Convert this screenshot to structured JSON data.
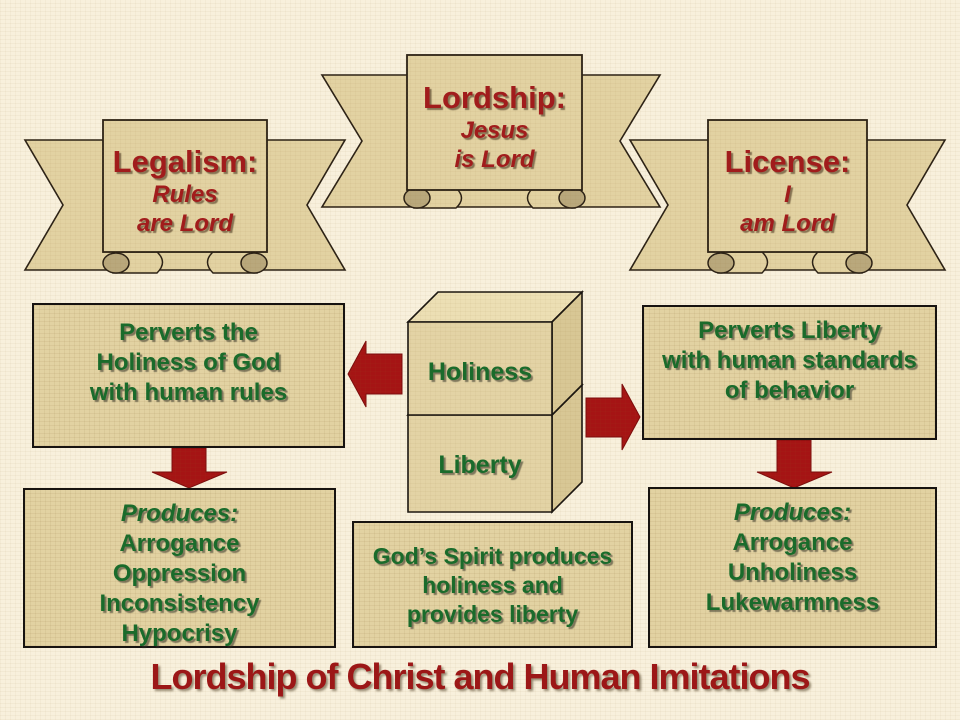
{
  "slide": {
    "title": "Lordship of Christ and Human Imitations",
    "banners": {
      "legalism": {
        "heading": "Legalism:",
        "sub1": "Rules",
        "sub2": "are Lord"
      },
      "lordship": {
        "heading": "Lordship:",
        "sub1": "Jesus",
        "sub2": "is Lord"
      },
      "license": {
        "heading": "License:",
        "sub1": "I",
        "sub2": "am Lord"
      }
    },
    "cube": {
      "top_label": "Holiness",
      "bottom_label": "Liberty"
    },
    "boxes": {
      "perverts_left": {
        "lines": [
          "Perverts the",
          "Holiness of God",
          "with human rules"
        ]
      },
      "perverts_right": {
        "lines": [
          "Perverts Liberty",
          "with human standards",
          "of  behavior"
        ]
      },
      "produces_left": {
        "heading": "Produces:",
        "items": [
          "Arrogance",
          "Oppression",
          "Inconsistency",
          "Hypocrisy"
        ]
      },
      "spirit": {
        "lines": [
          "God’s Spirit produces",
          "holiness and",
          "provides liberty"
        ]
      },
      "produces_right": {
        "heading": "Produces:",
        "items": [
          "Arrogance",
          "Unholiness",
          "Lukewarmness"
        ]
      }
    },
    "colors": {
      "background": "#f8f0dc",
      "parchment": "#e2d2a2",
      "banner_text_red": "#a11c1c",
      "title_red": "#9c1717",
      "text_green": "#1a6b2b",
      "arrow_red": "#a51414",
      "outline": "#2b2115"
    }
  }
}
